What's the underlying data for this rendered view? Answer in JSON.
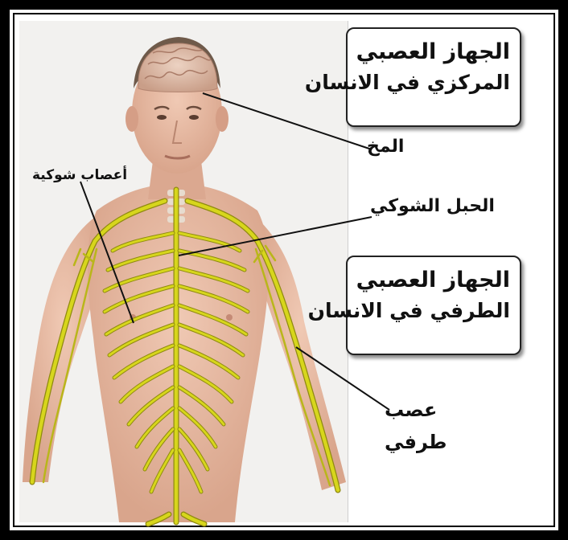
{
  "boxes": {
    "central": {
      "line1": "الجهاز العصبي",
      "line2": "المركزي في الانسان"
    },
    "peripheral": {
      "line1": "الجهاز العصبي",
      "line2": "الطرفي في الانسان"
    }
  },
  "labels": {
    "brain": "المخ",
    "spinal_cord": "الحبل الشوكي",
    "spinal_nerves": "أعصاب شوكية",
    "peripheral_nerve_1": "عصب",
    "peripheral_nerve_2": "طرفي"
  },
  "colors": {
    "nerve": "#d7d61c",
    "nerve_outline": "#8f8a10",
    "skin": "#e5b7a0",
    "brain": "#ddb9a6",
    "background": "#f2f1ef"
  }
}
